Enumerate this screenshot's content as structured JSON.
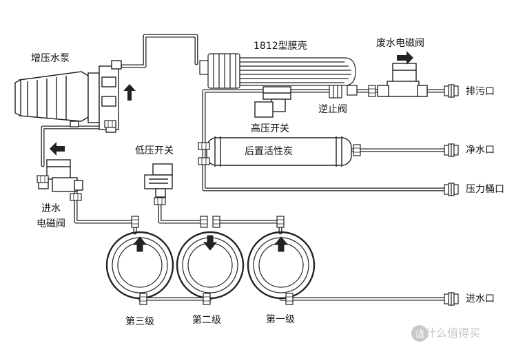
{
  "labels": {
    "booster_pump": "增压水泵",
    "membrane_housing": "1812型膜壳",
    "waste_solenoid": "废水电磁阀",
    "drain_outlet": "排污口",
    "check_valve": "逆止阀",
    "high_pressure_switch": "高压开关",
    "post_carbon": "后置活性炭",
    "pure_water_outlet": "净水口",
    "pressure_tank_outlet": "压力桶口",
    "low_pressure_switch": "低压开关",
    "inlet_solenoid_line1": "进水",
    "inlet_solenoid_line2": "电磁阀",
    "stage_three": "第三级",
    "stage_two": "第二级",
    "stage_one": "第一级",
    "water_inlet": "进水口"
  },
  "watermark": {
    "text": "值 什么值得买",
    "icon": "smzdm-logo-icon",
    "color": "#c8c8c8"
  },
  "colors": {
    "line": "#222222",
    "background": "#ffffff"
  }
}
